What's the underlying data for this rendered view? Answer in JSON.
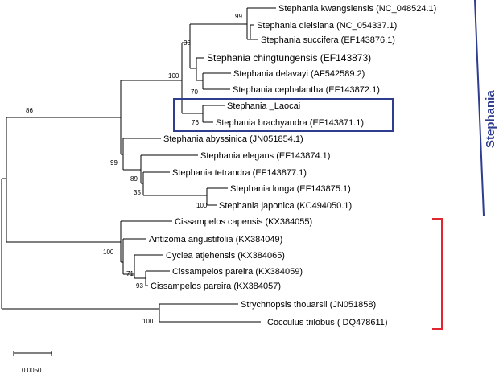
{
  "taxa": [
    "Stephania kwangsiensis (NC_048524.1)",
    "Stephania dielsiana (NC_054337.1)",
    "Stephania succifera (EF143876.1)",
    "Stephania chingtungensis (EF143873)",
    "Stephania delavayi (AF542589.2)",
    "Stephania cephalantha (EF143872.1)",
    "Stephania _Laocai",
    "Stephania brachyandra (EF143871.1)",
    "Stephania abyssinica (JN051854.1)",
    "Stephania elegans (EF143874.1)",
    "Stephania tetrandra (EF143877.1)",
    "Stephania longa (EF143875.1)",
    "Stephania japonica (KC494050.1)",
    "Cissampelos capensis (KX384055)",
    "Antizoma angustifolia (KX384049)",
    "Cyclea atjehensis (KX384065)",
    "Cissampelos pareira (KX384059)",
    "Cissampelos pareira (KX384057)",
    "Strychnopsis thouarsii (JN051858)",
    "Cocculus trilobus ( DQ478611)"
  ],
  "bootstrap": [
    "99",
    "33",
    "100",
    "70",
    "76",
    "86",
    "99",
    "89",
    "35",
    "100",
    "100",
    "71",
    "93",
    "100"
  ],
  "clade_label": "Stephania",
  "scale_bar": "0.0050",
  "colors": {
    "highlight_box": "#2e3d8f",
    "clade_bar": "#2e3d8f",
    "bracket": "#e0262f"
  }
}
